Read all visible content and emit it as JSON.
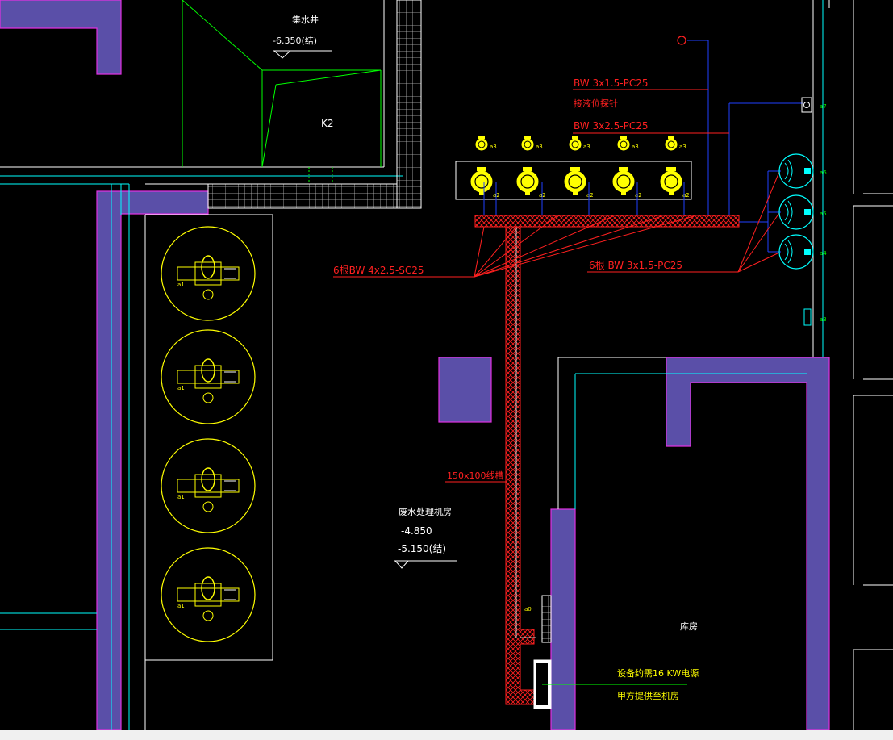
{
  "drawing": {
    "sump_label": "集水井",
    "sump_level": "-6.350(结)",
    "k2_label": "K2",
    "circuit_1": "BW 3x1.5-PC25",
    "circuit_1_note": "接液位探针",
    "circuit_2": "BW 3x2.5-PC25",
    "circuit_3": "6根BW 4x2.5-SC25",
    "circuit_4": "6根 BW 3x1.5-PC25",
    "tray_label": "150x100线槽",
    "room_name": "废水处理机房",
    "level_1": "-4.850",
    "level_2": "-5.150(结)",
    "storage_room": "库房",
    "power_note_1": "设备约需16 KW电源",
    "power_note_2": "甲方提供至机房",
    "pump_tags": [
      "a3",
      "a3",
      "a3",
      "a3",
      "a3"
    ],
    "pump_tags_lower": [
      "a2",
      "a2",
      "a2",
      "a2",
      "a2"
    ],
    "fan_tag": "a1",
    "right_tags": [
      "a7",
      "a6",
      "a5",
      "a4",
      "a3"
    ],
    "small_tag": "a0"
  },
  "colors": {
    "background": "#000000",
    "wall_fill": "#5a4fa8",
    "wall_edge": "#e030e0",
    "cyan": "#00ffff",
    "green": "#00ff00",
    "white": "#ffffff",
    "red": "#ff2020",
    "yellow": "#ffff00",
    "blue": "#2040ff"
  }
}
